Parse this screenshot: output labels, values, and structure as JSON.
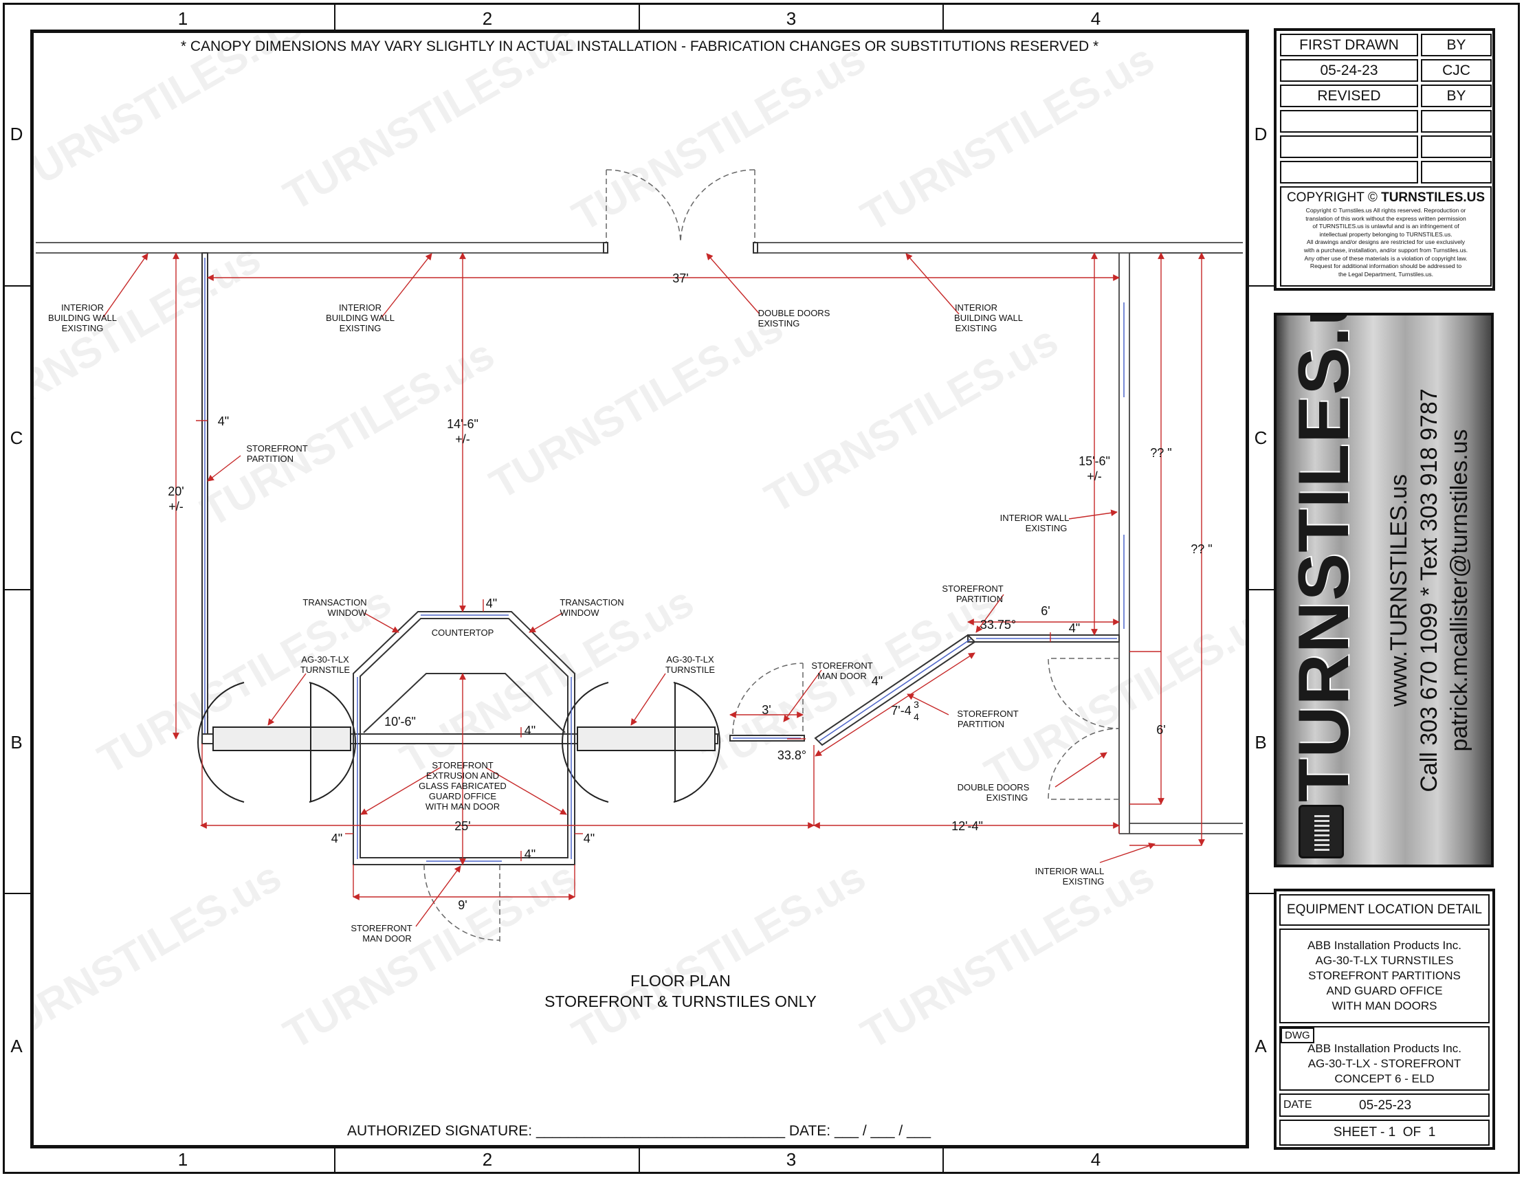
{
  "grid": {
    "columns": [
      "1",
      "2",
      "3",
      "4"
    ],
    "rows": [
      "D",
      "C",
      "B",
      "A"
    ]
  },
  "notice": "* CANOPY DIMENSIONS MAY VARY SLIGHTLY IN ACTUAL INSTALLATION - FABRICATION CHANGES OR SUBSTITUTIONS RESERVED *",
  "watermark": "TURNSTILES.us",
  "plan": {
    "labels": {
      "wall_left": [
        "INTERIOR",
        "BUILDING WALL",
        "EXISTING"
      ],
      "wall_mid": [
        "INTERIOR",
        "BUILDING WALL",
        "EXISTING"
      ],
      "wall_right": [
        "INTERIOR",
        "BUILDING WALL",
        "EXISTING"
      ],
      "double_doors_top": [
        "DOUBLE DOORS",
        "EXISTING"
      ],
      "storefront_partition_left": [
        "STOREFRONT",
        "PARTITION"
      ],
      "interior_wall_right": [
        "INTERIOR WALL",
        "EXISTING"
      ],
      "transaction_window_left": [
        "TRANSACTION",
        "WINDOW"
      ],
      "transaction_window_right": [
        "TRANSACTION",
        "WINDOW"
      ],
      "countertop": "COUNTERTOP",
      "turnstile_left": [
        "AG-30-T-LX",
        "TURNSTILE"
      ],
      "turnstile_right": [
        "AG-30-T-LX",
        "TURNSTILE"
      ],
      "man_door_mid": [
        "STOREFRONT",
        "MAN DOOR"
      ],
      "storefront_partition_right_top": [
        "STOREFRONT",
        "PARTITION"
      ],
      "storefront_partition_right_mid": [
        "STOREFRONT",
        "PARTITION"
      ],
      "guard_office": [
        "STOREFRONT",
        "EXTRUSION AND",
        "GLASS FABRICATED",
        "GUARD OFFICE",
        "WITH MAN DOOR"
      ],
      "double_doors_right": [
        "DOUBLE DOORS",
        "EXISTING"
      ],
      "interior_wall_bottom": [
        "INTERIOR WALL",
        "EXISTING"
      ],
      "man_door_bottom": [
        "STOREFRONT",
        "MAN DOOR"
      ]
    },
    "dimensions": {
      "width_37": "37'",
      "depth_14_6": "14'-6\"",
      "pm": "+/-",
      "depth_20": "20'",
      "depth_15_6": "15'-6\"",
      "unknown_a": "?? \"",
      "unknown_b": "?? \"",
      "four_in": "4\"",
      "office_10_6": "10'-6\"",
      "width_25": "25'",
      "width_12_4": "12'-4\"",
      "width_9": "9'",
      "door_3": "3'",
      "angle_33_8": "33.8°",
      "angle_33_75": "33.75°",
      "six_ft": "6'",
      "seven_ft": "7'-4",
      "frac_num": "3",
      "frac_den": "4",
      "six_ft_b": "6'"
    },
    "title_line1": "FLOOR PLAN",
    "title_line2": "STOREFRONT & TURNSTILES ONLY"
  },
  "signature_line": "AUTHORIZED SIGNATURE: _______________________________ DATE: ___ / ___ / ___",
  "title_block": {
    "first_drawn": "FIRST DRAWN",
    "by1": "BY",
    "drawn_date": "05-24-23",
    "drawn_by": "CJC",
    "revised": "REVISED",
    "by2": "BY",
    "copyright_heading_prefix": "COPYRIGHT ©",
    "copyright_heading_brand": "TURNSTILES.US",
    "copyright_text": [
      "Copyright © Turnstiles.us All rights reserved. Reproduction or",
      "translation of this work without the express written permission",
      "of TURNSTILES.us is unlawful and is an infringement of",
      "intellectual property belonging to TURNSTILES.us.",
      "All drawings and/or designs are restricted for use exclusively",
      "with a purchase, installation, and/or support from Turnstiles.us.",
      "Any other use of these materials is a violation of copyright law.",
      "Request for additional information should be addressed to",
      "the Legal Department, Turnstiles.us."
    ],
    "logo": {
      "brand": "TURNSTILES.us",
      "website": "www.TURNSTILES.us",
      "phone": "Call 303 670 1099 * Text 303 918 9787",
      "email": "patrick.mcallister@turnstiles.us"
    },
    "eld_title": "EQUIPMENT LOCATION DETAIL",
    "description": [
      "ABB Installation Products Inc.",
      "AG-30-T-LX TURNSTILES",
      "STOREFRONT PARTITIONS",
      "AND GUARD OFFICE",
      "WITH MAN DOORS"
    ],
    "dwg_label": "DWG",
    "dwg_text": [
      "ABB Installation Products Inc.",
      "AG-30-T-LX - STOREFRONT",
      "CONCEPT 6 - ELD"
    ],
    "date_label": "DATE",
    "date_value": "05-25-23",
    "sheet": "SHEET - 1  OF  1"
  },
  "colors": {
    "dimension_red": "#c62828",
    "glass_blue": "#4a63c8",
    "ink": "#111111"
  }
}
